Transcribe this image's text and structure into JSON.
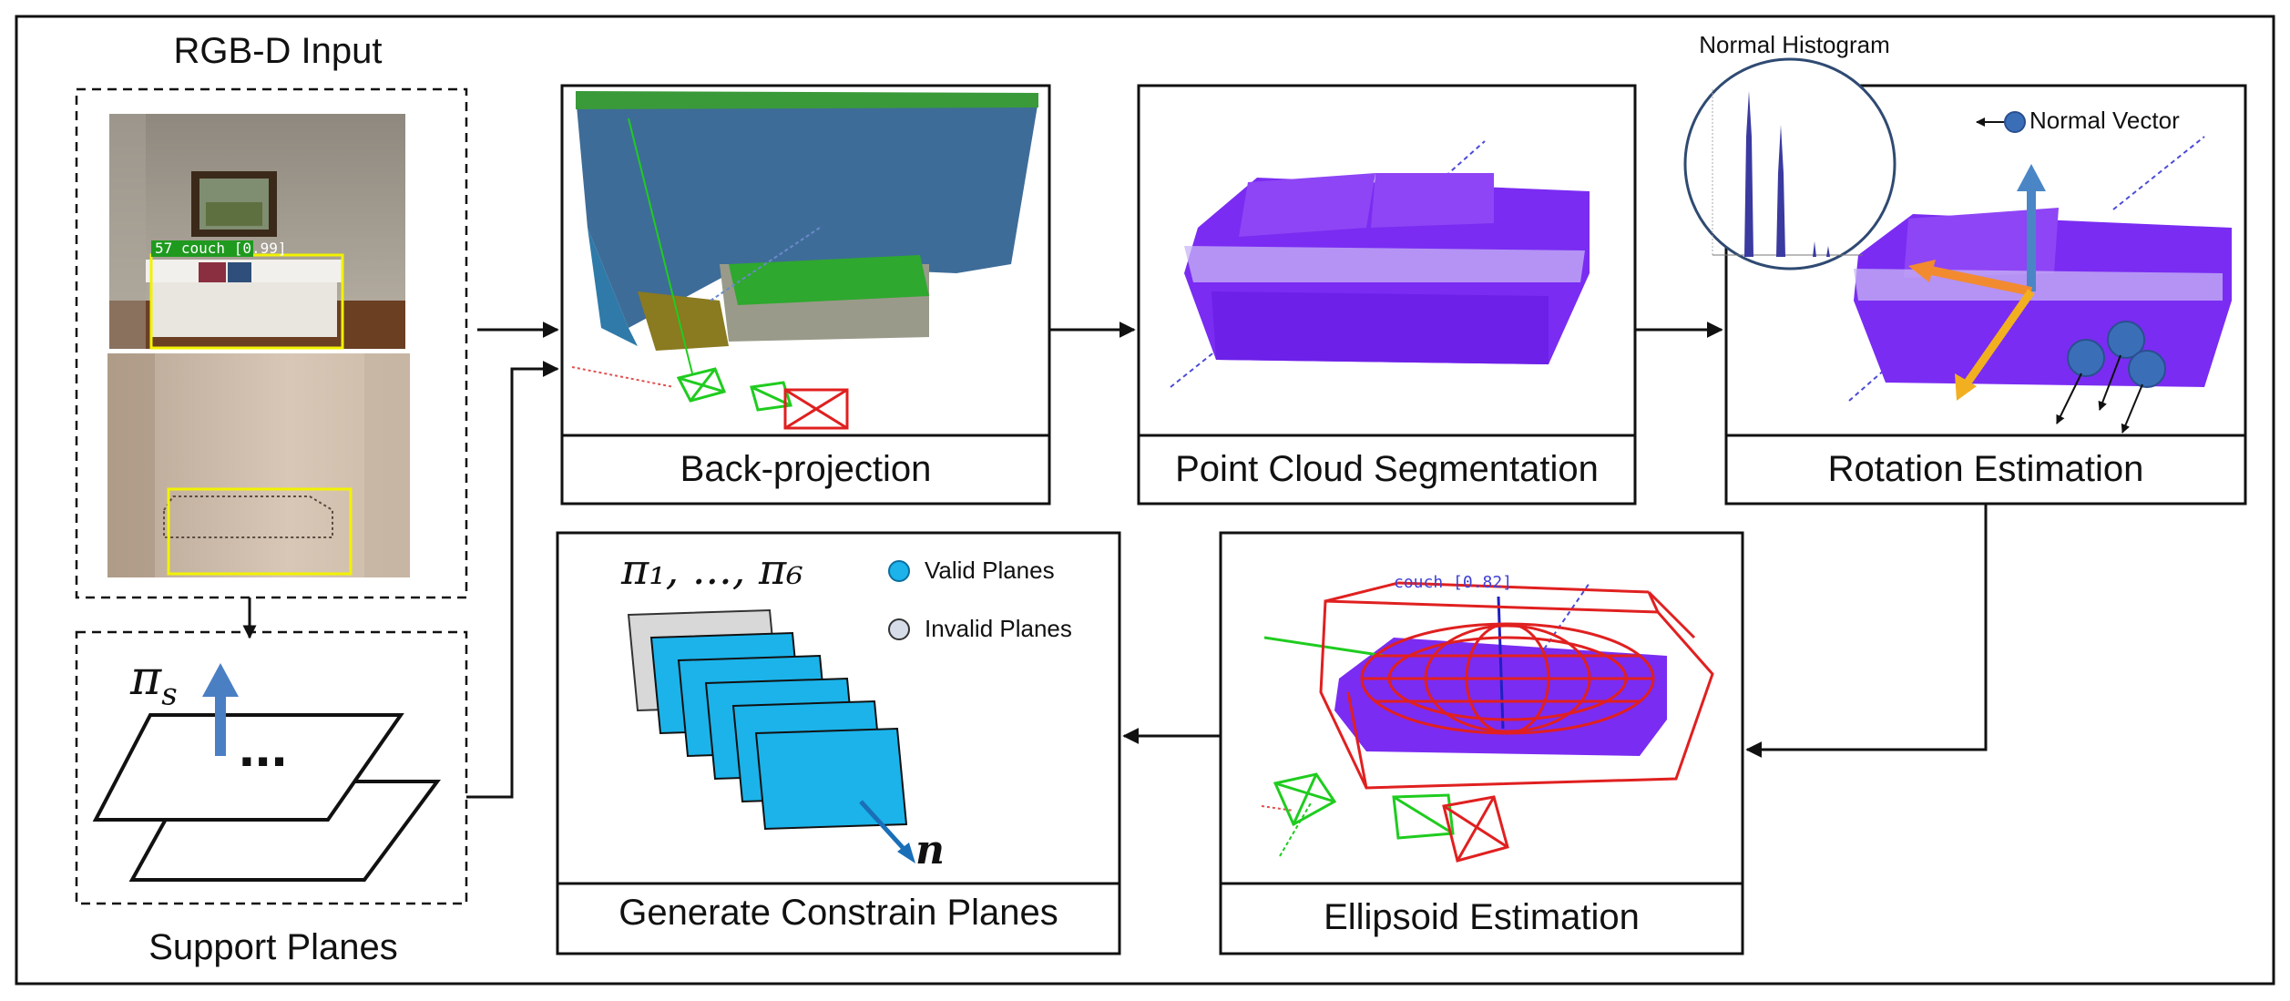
{
  "input_panel": {
    "title": "RGB-D Input",
    "detection_label": "57 couch [0.99]"
  },
  "support_planes": {
    "label": "Support Planes",
    "symbol_pi": "π",
    "symbol_sub": "s",
    "ellipsis": "..."
  },
  "stages": {
    "backprojection": "Back-projection",
    "segmentation": "Point Cloud Segmentation",
    "rotation": "Rotation Estimation",
    "ellipsoid": "Ellipsoid Estimation",
    "constrain_planes": "Generate Constrain Planes"
  },
  "rotation_panel": {
    "histogram_label": "Normal Histogram",
    "normal_vector_label": "Normal Vector"
  },
  "ellipsoid_panel": {
    "detection_label": "couch [0.82]"
  },
  "constrain_panel": {
    "planes_formula": "π₁, ..., π₆",
    "valid_label": "Valid Planes",
    "invalid_label": "Invalid Planes",
    "normal_symbol": "n"
  },
  "colors": {
    "points_purple": "#7a2cf2",
    "valid_plane": "#1bb3ea",
    "invalid_plane": "#d8d8d8",
    "arrow_blue": "#4a86c6",
    "bbox_red": "#e02020",
    "camera_green": "#1fcc1f"
  }
}
